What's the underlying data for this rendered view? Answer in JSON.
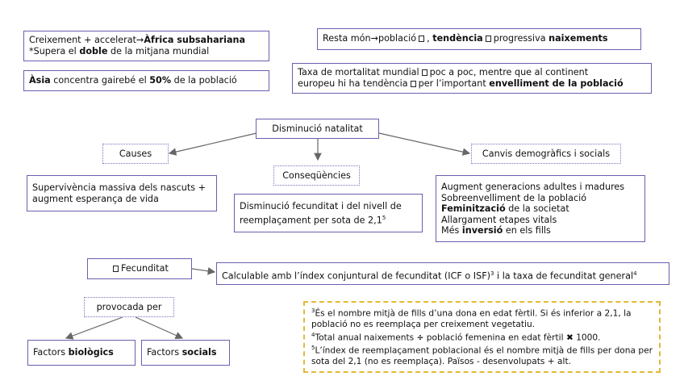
{
  "box_africa": {
    "line1_pre": "Creixement + accelerat→",
    "line1_bold": "Àfrica subsahariana",
    "line2_pre": "*Supera el ",
    "line2_bold": "doble",
    "line2_post": " de la mitjana mundial"
  },
  "box_asia": {
    "bold1": "Àsia",
    "mid": " concentra gairebé el ",
    "bold2": "50%",
    "post": " de la població"
  },
  "box_resta": {
    "pre": "Resta món→població",
    "mid_pre": ", ",
    "bold1": "tendència",
    "mid2": "progressiva",
    "bold2": "naixements"
  },
  "box_mortalitat": {
    "line1_a": "Taxa de mortalitat mundial",
    "line1_b": "poc a poc, mentre que al continent",
    "line2_a": "europeu hi ha tendència",
    "line2_b": "per l’important ",
    "line2_bold": "envelliment de la població"
  },
  "center_node": "Disminució natalitat",
  "causes": {
    "label": "Causes",
    "detail": "Supervivència massiva dels nascuts + augment esperança de vida"
  },
  "consequencies": {
    "label": "Conseqüències",
    "detail": "Disminució fecunditat i del nivell de reemplaçament per sota de 2,1",
    "sup": "5"
  },
  "canvis": {
    "label": "Canvis demogràfics i socials",
    "items": [
      {
        "pre": "Augment generacions adultes i madures",
        "bold": "",
        "post": ""
      },
      {
        "pre": "Sobreenvelliment de la població",
        "bold": "",
        "post": ""
      },
      {
        "pre": "",
        "bold": "Feminització",
        "post": " de la societat"
      },
      {
        "pre": "Allargament etapes vitals",
        "bold": "",
        "post": ""
      },
      {
        "pre": "Més ",
        "bold": "inversió",
        "post": " en els fills"
      }
    ]
  },
  "fecunditat": {
    "label": "Fecunditat",
    "calc_pre": "Calculable amb l’índex conjuntural de fecunditat (ICF o ISF)",
    "calc_sup1": "3",
    "calc_post": " i la taxa de fecunditat general",
    "calc_sup2": "4"
  },
  "provocada": "provocada per",
  "factors_bio": {
    "pre": "Factors ",
    "bold": "biològics"
  },
  "factors_soc": {
    "pre": "Factors ",
    "bold": "socials"
  },
  "notes": {
    "n3_sup": "3",
    "n3": "És el nombre mitjà de fills d’una dona en edat fèrtil. Si és inferior a 2,1, la població no es reemplaça per creixement vegetatiu.",
    "n4_sup": "4",
    "n4_a": "Total anual naixements ",
    "n4_div": "÷",
    "n4_b": " població femenina en edat fèrtil ",
    "n4_x": "✖",
    "n4_c": " 1000.",
    "n5_sup": "5",
    "n5": "L’índex de reemplaçament poblacional és el nombre mitjà de fills per dona per sota del 2,1 (no es reemplaça). Països - desenvolupats + alt."
  }
}
